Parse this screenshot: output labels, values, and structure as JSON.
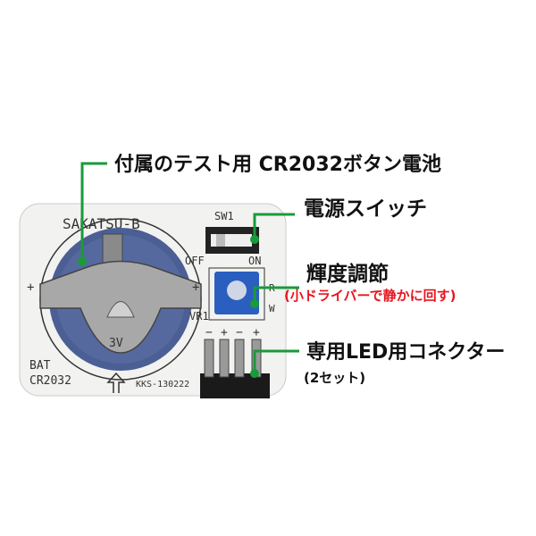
{
  "callouts": {
    "battery": "付属のテスト用 CR2032ボタン電池",
    "power_switch": "電源スイッチ",
    "brightness": "輝度調節",
    "brightness_note": "(小ドライバーで静かに回す)",
    "connector": "専用LED用コネクター",
    "connector_note": "(2セット)"
  },
  "board": {
    "name": "SAKATSU-B",
    "switch_ref": "SW1",
    "off": "OFF",
    "on": "ON",
    "pot_r": "R",
    "pot_w": "W",
    "pot_ref": "VR1",
    "bat_ref": "BAT",
    "bat_type": "CR2032",
    "serial": "KKS-130222",
    "cell_voltage": "3V",
    "plus": "+",
    "pins": [
      "−",
      "+",
      "−",
      "+"
    ]
  },
  "colors": {
    "callout_line": "#1a9a3a",
    "note_text": "#e8141e",
    "pot": "#2a5fc0",
    "board": "#f2f2f0"
  }
}
